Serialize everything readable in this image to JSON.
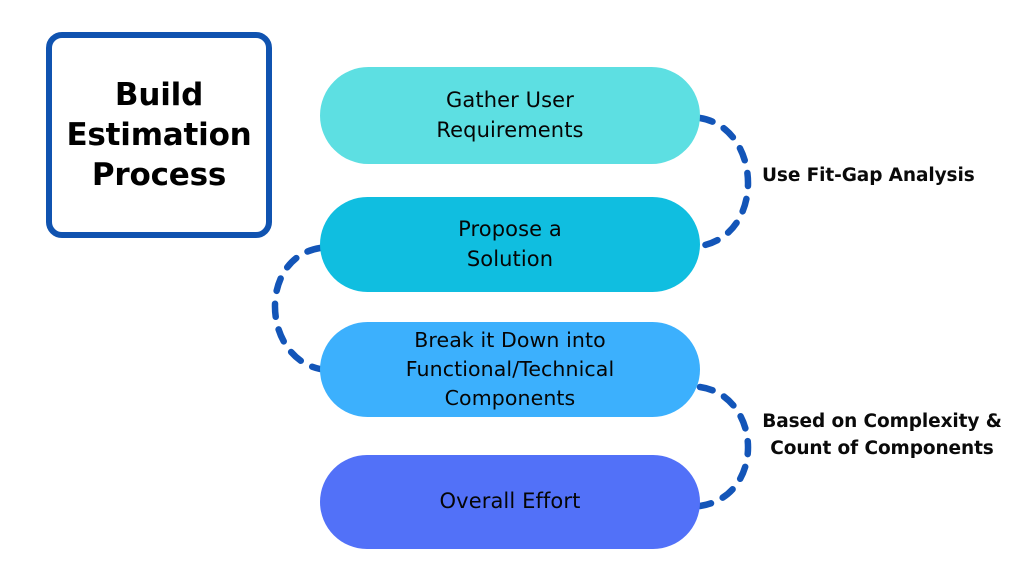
{
  "diagram": {
    "title": {
      "text": "Build\nEstimation\nProcess",
      "border_color": "#1053b0"
    },
    "steps": [
      {
        "label": "Gather User\nRequirements",
        "color": "#5DDFE2",
        "order": 1
      },
      {
        "label": "Propose a\nSolution",
        "color": "#10BEE0",
        "order": 2
      },
      {
        "label": "Break it Down into\nFunctional/Technical Components",
        "color": "#3CB0FD",
        "order": 3
      },
      {
        "label": "Overall Effort",
        "color": "#5271F8",
        "order": 4
      }
    ],
    "annotations": [
      {
        "text": "Use Fit-Gap Analysis",
        "connects": "step-1-to-step-2"
      },
      {
        "text": "Based on Complexity &\nCount of Components",
        "connects": "step-3-to-step-4"
      }
    ],
    "connectors": {
      "stroke_color": "#1355b8",
      "style": "dashed",
      "items": [
        {
          "from": "step-1",
          "to": "step-2",
          "side": "right"
        },
        {
          "from": "step-2",
          "to": "step-3",
          "side": "left"
        },
        {
          "from": "step-3",
          "to": "step-4",
          "side": "right"
        }
      ]
    }
  }
}
